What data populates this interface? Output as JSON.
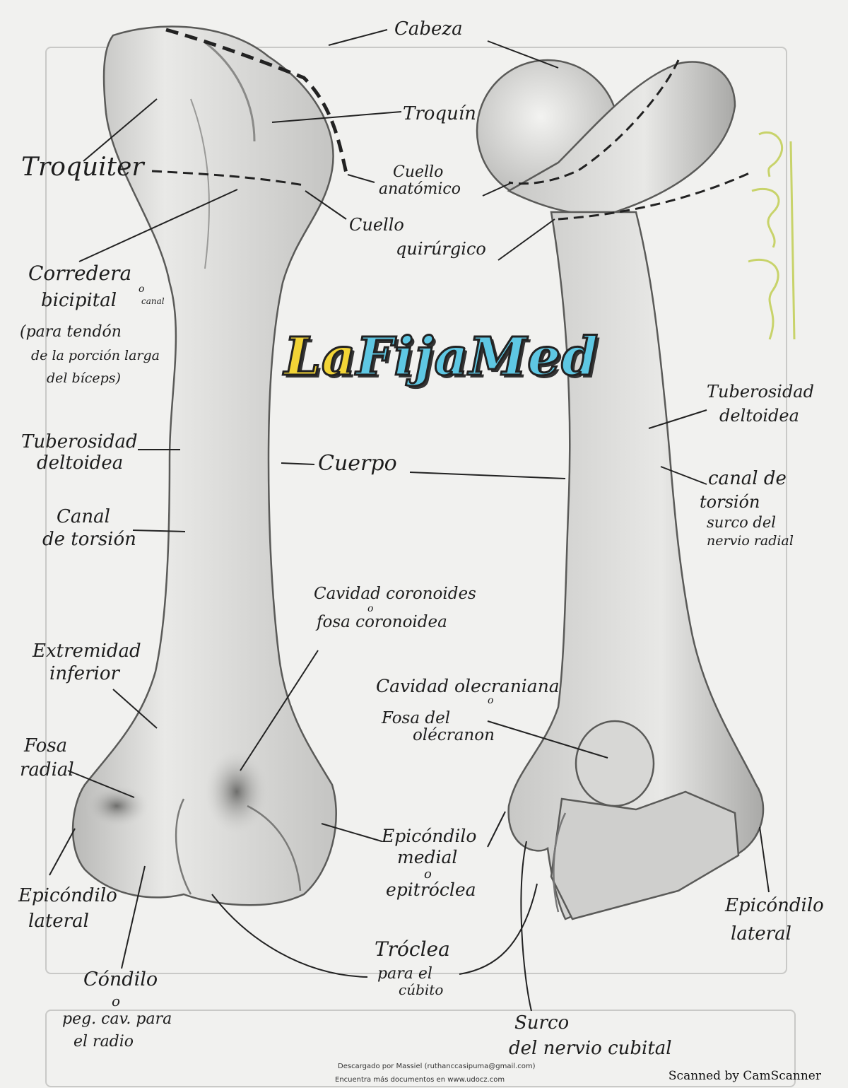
{
  "watermark": {
    "part1": "La",
    "part2": "FijaMed"
  },
  "labels": {
    "cabeza": "Cabeza",
    "troquin": "Troquín",
    "troquiter": "Troquiter",
    "cuello_anatomico_1": "Cuello",
    "cuello_anatomico_2": "anatómico",
    "cuello_quirurgico_1": "Cuello",
    "cuello_quirurgico_2": "quirúrgico",
    "corredera_1": "Corredera",
    "corredera_o": "o",
    "corredera_2": "bicipital",
    "corredera_canal": "canal",
    "corredera_3": "(para tendón",
    "corredera_4": "de la porción larga",
    "corredera_5": "del bíceps)",
    "tuberosidad_left_1": "Tuberosidad",
    "tuberosidad_left_2": "deltoidea",
    "cuerpo": "Cuerpo",
    "canal_torsion_left_1": "Canal",
    "canal_torsion_left_2": "de torsión",
    "tuberosidad_right_1": "Tuberosidad",
    "tuberosidad_right_2": "deltoidea",
    "canal_right_1": "canal de",
    "canal_right_2": "torsión",
    "canal_right_3": "surco del",
    "canal_right_4": "nervio radial",
    "cavidad_coronoides_1": "Cavidad coronoides",
    "cavidad_coronoides_o": "o",
    "cavidad_coronoides_2": "fosa coronoidea",
    "extremidad_1": "Extremidad",
    "extremidad_2": "inferior",
    "cavidad_olecraniana_1": "Cavidad olecraniana",
    "cavidad_olecraniana_o": "o",
    "cavidad_olecraniana_2": "Fosa del",
    "cavidad_olecraniana_3": "olécranon",
    "fosa_radial_1": "Fosa",
    "fosa_radial_2": "radial",
    "epicondilo_medial_1": "Epicóndilo",
    "epicondilo_medial_2": "medial",
    "epicondilo_medial_o": "o",
    "epicondilo_medial_3": "epitróclea",
    "epicondilo_lateral_left_1": "Epicóndilo",
    "epicondilo_lateral_left_2": "lateral",
    "epicondilo_lateral_right_1": "Epicóndilo",
    "epicondilo_lateral_right_2": "lateral",
    "troclea_1": "Tróclea",
    "troclea_2": "para el",
    "troclea_3": "cúbito",
    "condilo_1": "Cóndilo",
    "condilo_o": "o",
    "condilo_2": "peg. cav. para",
    "condilo_3": "el radio",
    "surco_cubital_1": "Surco",
    "surco_cubital_2": "del nervio cubital"
  },
  "footer": {
    "line1": "Descargado por Massiel (ruthanccasipuma@gmail.com)",
    "line2": "Encuentra más documentos en www.udocz.com",
    "scanned": "Scanned by CamScanner"
  }
}
